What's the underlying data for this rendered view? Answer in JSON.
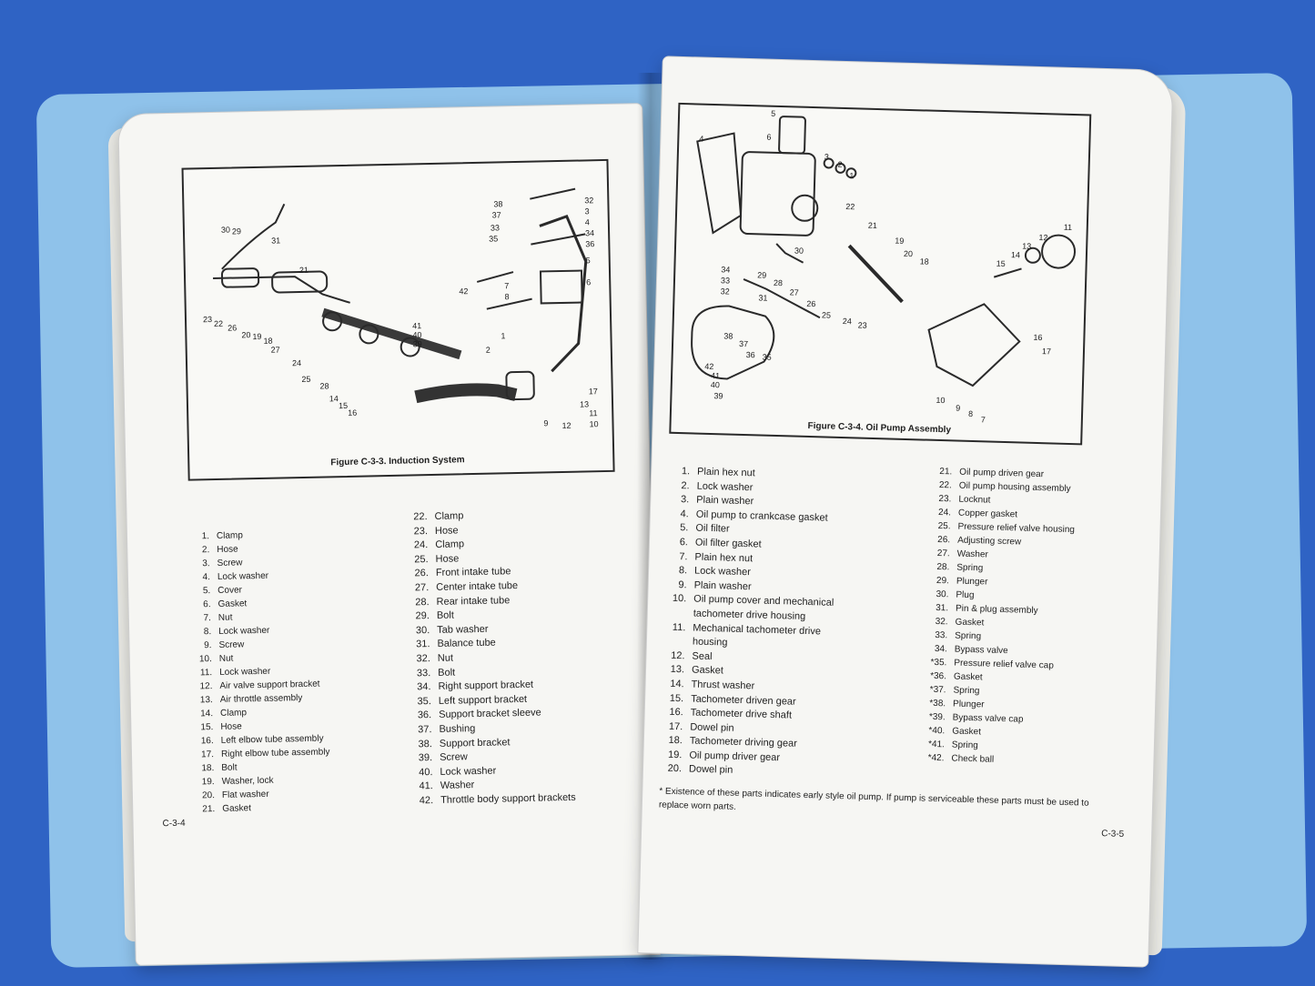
{
  "left_page": {
    "figure_caption": "Figure C-3-3.   Induction System",
    "figure_labels": [
      "30",
      "29",
      "31",
      "21",
      "23",
      "22",
      "26",
      "20",
      "19",
      "18",
      "27",
      "24",
      "25",
      "28",
      "14",
      "15",
      "16",
      "41",
      "40",
      "39",
      "42",
      "7",
      "8",
      "38",
      "37",
      "33",
      "35",
      "32",
      "3",
      "4",
      "34",
      "36",
      "5",
      "6",
      "2",
      "1",
      "9",
      "12",
      "13",
      "11",
      "10",
      "17"
    ],
    "parts_col1": [
      {
        "num": "1.",
        "name": "Clamp"
      },
      {
        "num": "2.",
        "name": "Hose"
      },
      {
        "num": "3.",
        "name": "Screw"
      },
      {
        "num": "4.",
        "name": "Lock washer"
      },
      {
        "num": "5.",
        "name": "Cover"
      },
      {
        "num": "6.",
        "name": "Gasket"
      },
      {
        "num": "7.",
        "name": "Nut"
      },
      {
        "num": "8.",
        "name": "Lock washer"
      },
      {
        "num": "9.",
        "name": "Screw"
      },
      {
        "num": "10.",
        "name": "Nut"
      },
      {
        "num": "11.",
        "name": "Lock washer"
      },
      {
        "num": "12.",
        "name": "Air valve support bracket"
      },
      {
        "num": "13.",
        "name": "Air throttle assembly"
      },
      {
        "num": "14.",
        "name": "Clamp"
      },
      {
        "num": "15.",
        "name": "Hose"
      },
      {
        "num": "16.",
        "name": "Left elbow tube assembly"
      },
      {
        "num": "17.",
        "name": "Right elbow tube assembly"
      },
      {
        "num": "18.",
        "name": "Bolt"
      },
      {
        "num": "19.",
        "name": "Washer, lock"
      },
      {
        "num": "20.",
        "name": "Flat washer"
      },
      {
        "num": "21.",
        "name": "Gasket"
      }
    ],
    "parts_col2": [
      {
        "num": "22.",
        "name": "Clamp"
      },
      {
        "num": "23.",
        "name": "Hose"
      },
      {
        "num": "24.",
        "name": "Clamp"
      },
      {
        "num": "25.",
        "name": "Hose"
      },
      {
        "num": "26.",
        "name": "Front intake tube"
      },
      {
        "num": "27.",
        "name": "Center intake tube"
      },
      {
        "num": "28.",
        "name": "Rear intake tube"
      },
      {
        "num": "29.",
        "name": "Bolt"
      },
      {
        "num": "30.",
        "name": "Tab washer"
      },
      {
        "num": "31.",
        "name": "Balance tube"
      },
      {
        "num": "32.",
        "name": "Nut"
      },
      {
        "num": "33.",
        "name": "Bolt"
      },
      {
        "num": "34.",
        "name": "Right support bracket"
      },
      {
        "num": "35.",
        "name": "Left support bracket"
      },
      {
        "num": "36.",
        "name": "Support bracket sleeve"
      },
      {
        "num": "37.",
        "name": "Bushing"
      },
      {
        "num": "38.",
        "name": "Support bracket"
      },
      {
        "num": "39.",
        "name": "Screw"
      },
      {
        "num": "40.",
        "name": "Lock washer"
      },
      {
        "num": "41.",
        "name": "Washer"
      },
      {
        "num": "42.",
        "name": "Throttle body support brackets"
      }
    ],
    "page_number": "C-3-4"
  },
  "right_page": {
    "figure_caption": "Figure C-3-4.   Oil Pump Assembly",
    "figure_labels": [
      "5",
      "6",
      "4",
      "3",
      "2",
      "1",
      "22",
      "21",
      "30",
      "19",
      "20",
      "18",
      "11",
      "12",
      "13",
      "14",
      "15",
      "16",
      "17",
      "34",
      "33",
      "32",
      "29",
      "28",
      "27",
      "31",
      "26",
      "25",
      "24",
      "23",
      "38",
      "37",
      "36",
      "35",
      "42",
      "41",
      "40",
      "39",
      "10",
      "9",
      "8",
      "7"
    ],
    "parts_col1": [
      {
        "num": "1.",
        "name": "Plain hex nut"
      },
      {
        "num": "2.",
        "name": "Lock washer"
      },
      {
        "num": "3.",
        "name": "Plain washer"
      },
      {
        "num": "4.",
        "name": "Oil pump to crankcase gasket"
      },
      {
        "num": "5.",
        "name": "Oil filter"
      },
      {
        "num": "6.",
        "name": "Oil filter gasket"
      },
      {
        "num": "7.",
        "name": "Plain hex nut"
      },
      {
        "num": "8.",
        "name": "Lock washer"
      },
      {
        "num": "9.",
        "name": "Plain washer"
      },
      {
        "num": "10.",
        "name": "Oil pump cover and mechanical"
      },
      {
        "num": "",
        "name": "tachometer drive housing"
      },
      {
        "num": "11.",
        "name": "Mechanical tachometer drive"
      },
      {
        "num": "",
        "name": "housing"
      },
      {
        "num": "12.",
        "name": "Seal"
      },
      {
        "num": "13.",
        "name": "Gasket"
      },
      {
        "num": "14.",
        "name": "Thrust washer"
      },
      {
        "num": "15.",
        "name": "Tachometer driven gear"
      },
      {
        "num": "16.",
        "name": "Tachometer drive shaft"
      },
      {
        "num": "17.",
        "name": "Dowel pin"
      },
      {
        "num": "18.",
        "name": "Tachometer driving gear"
      },
      {
        "num": "19.",
        "name": "Oil pump driver gear"
      },
      {
        "num": "20.",
        "name": "Dowel pin"
      }
    ],
    "parts_col2": [
      {
        "num": "21.",
        "name": "Oil pump driven gear"
      },
      {
        "num": "22.",
        "name": "Oil pump housing assembly"
      },
      {
        "num": "23.",
        "name": "Locknut"
      },
      {
        "num": "24.",
        "name": "Copper gasket"
      },
      {
        "num": "25.",
        "name": "Pressure relief valve housing"
      },
      {
        "num": "26.",
        "name": "Adjusting screw"
      },
      {
        "num": "27.",
        "name": "Washer"
      },
      {
        "num": "28.",
        "name": "Spring"
      },
      {
        "num": "29.",
        "name": "Plunger"
      },
      {
        "num": "30.",
        "name": "Plug"
      },
      {
        "num": "31.",
        "name": "Pin & plug assembly"
      },
      {
        "num": "32.",
        "name": "Gasket"
      },
      {
        "num": "33.",
        "name": "Spring"
      },
      {
        "num": "34.",
        "name": "Bypass valve"
      },
      {
        "num": "*35.",
        "name": "Pressure relief valve cap"
      },
      {
        "num": "*36.",
        "name": "Gasket"
      },
      {
        "num": "*37.",
        "name": "Spring"
      },
      {
        "num": "*38.",
        "name": "Plunger"
      },
      {
        "num": "*39.",
        "name": "Bypass valve cap"
      },
      {
        "num": "*40.",
        "name": "Gasket"
      },
      {
        "num": "*41.",
        "name": "Spring"
      },
      {
        "num": "*42.",
        "name": "Check ball"
      }
    ],
    "footnote": "* Existence of these parts indicates early style oil pump.  If pump is serviceable these parts must be used to replace worn parts.",
    "page_number": "C-3-5"
  }
}
